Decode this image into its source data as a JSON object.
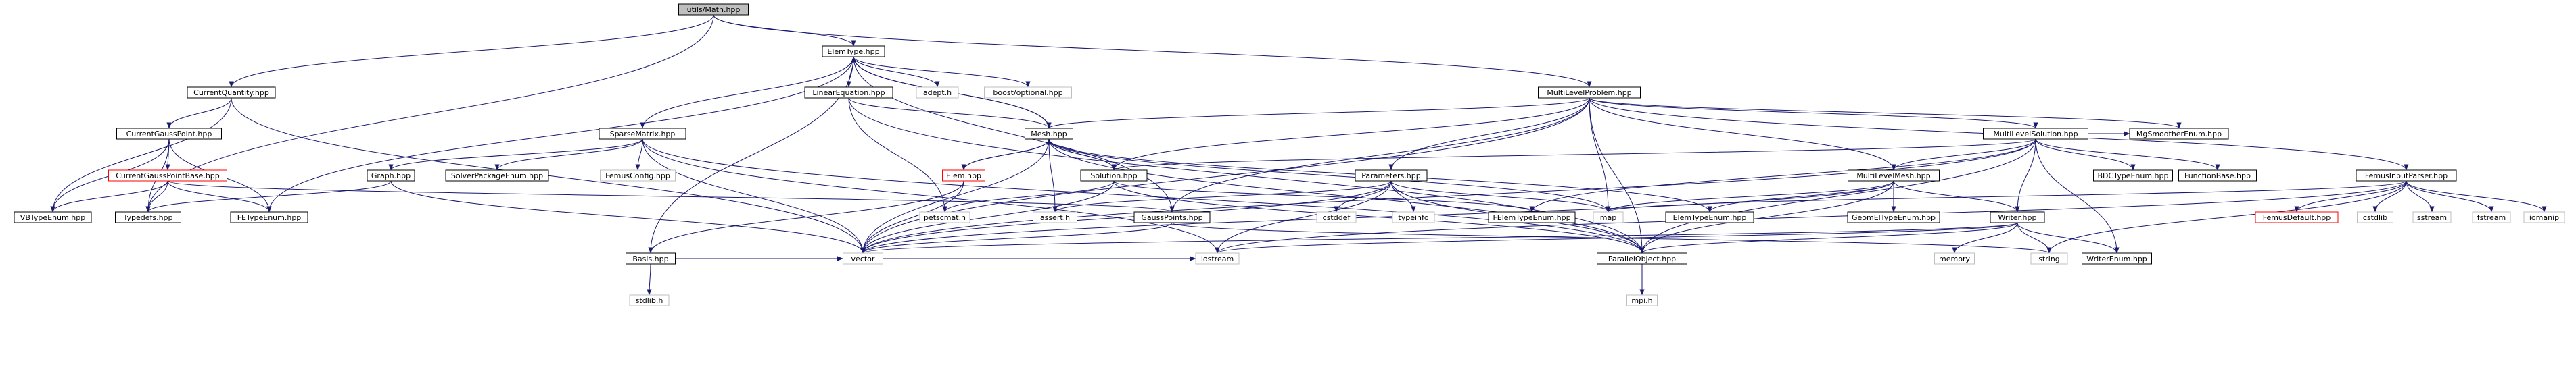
{
  "colors": {
    "background": "#ffffff",
    "edge": "#191970",
    "box_border": "#000000",
    "box_border_noref": "#bfbfbf",
    "box_border_truncated": "#ff0000",
    "root_fill": "#bfbfbf",
    "text": "#000000",
    "muted_text": "#999999"
  },
  "nodes": [
    {
      "id": "math",
      "label": "utils/Math.hpp",
      "style": "root"
    },
    {
      "id": "elemtype",
      "label": "ElemType.hpp",
      "style": "normal"
    },
    {
      "id": "currentquantity",
      "label": "CurrentQuantity.hpp",
      "style": "normal"
    },
    {
      "id": "multilevelproblem",
      "label": "MultiLevelProblem.hpp",
      "style": "normal"
    },
    {
      "id": "currentgausspoint",
      "label": "CurrentGaussPoint.hpp",
      "style": "normal"
    },
    {
      "id": "currentgausspointbase",
      "label": "CurrentGaussPointBase.hpp",
      "style": "truncated"
    },
    {
      "id": "vbtypeenum",
      "label": "VBTypeEnum.hpp",
      "style": "normal"
    },
    {
      "id": "typedefs",
      "label": "Typedefs.hpp",
      "style": "normal"
    },
    {
      "id": "fetypeenum",
      "label": "FETypeEnum.hpp",
      "style": "normal"
    },
    {
      "id": "sparsematrix",
      "label": "SparseMatrix.hpp",
      "style": "normal"
    },
    {
      "id": "graph",
      "label": "Graph.hpp",
      "style": "normal"
    },
    {
      "id": "solverpackageenum",
      "label": "SolverPackageEnum.hpp",
      "style": "normal"
    },
    {
      "id": "femusconfig",
      "label": "FemusConfig.hpp",
      "style": "noref"
    },
    {
      "id": "linearequation",
      "label": "LinearEquation.hpp",
      "style": "normal"
    },
    {
      "id": "adept",
      "label": "adept.h",
      "style": "noref"
    },
    {
      "id": "boostoptional",
      "label": "boost/optional.hpp",
      "style": "noref"
    },
    {
      "id": "mesh",
      "label": "Mesh.hpp",
      "style": "normal"
    },
    {
      "id": "elem",
      "label": "Elem.hpp",
      "style": "truncated"
    },
    {
      "id": "solution",
      "label": "Solution.hpp",
      "style": "normal"
    },
    {
      "id": "basis",
      "label": "Basis.hpp",
      "style": "normal"
    },
    {
      "id": "stdlib",
      "label": "stdlib.h",
      "style": "noref"
    },
    {
      "id": "vector",
      "label": "vector",
      "style": "noref"
    },
    {
      "id": "petscmat",
      "label": "petscmat.h",
      "style": "noref"
    },
    {
      "id": "asserth",
      "label": "assert.h",
      "style": "noref"
    },
    {
      "id": "gausspoints",
      "label": "GaussPoints.hpp",
      "style": "normal"
    },
    {
      "id": "iostream",
      "label": "iostream",
      "style": "noref"
    },
    {
      "id": "parallelobject",
      "label": "ParallelObject.hpp",
      "style": "normal"
    },
    {
      "id": "mpi",
      "label": "mpi.h",
      "style": "noref"
    },
    {
      "id": "parameters",
      "label": "Parameters.hpp",
      "style": "normal"
    },
    {
      "id": "cstddef",
      "label": "cstddef",
      "style": "noref"
    },
    {
      "id": "typeinfo",
      "label": "typeinfo",
      "style": "noref"
    },
    {
      "id": "felemtypeenum",
      "label": "FElemTypeEnum.hpp",
      "style": "normal"
    },
    {
      "id": "map",
      "label": "map",
      "style": "noref"
    },
    {
      "id": "elemtypeenum",
      "label": "ElemTypeEnum.hpp",
      "style": "normal"
    },
    {
      "id": "multilevelsolution",
      "label": "MultiLevelSolution.hpp",
      "style": "normal"
    },
    {
      "id": "mgsmootherenum",
      "label": "MgSmootherEnum.hpp",
      "style": "normal"
    },
    {
      "id": "multilevelmesh",
      "label": "MultiLevelMesh.hpp",
      "style": "normal"
    },
    {
      "id": "geomeltypeenum",
      "label": "GeomElTypeEnum.hpp",
      "style": "normal"
    },
    {
      "id": "writer",
      "label": "Writer.hpp",
      "style": "normal"
    },
    {
      "id": "memory",
      "label": "memory",
      "style": "noref"
    },
    {
      "id": "string",
      "label": "string",
      "style": "noref"
    },
    {
      "id": "writerenum",
      "label": "WriterEnum.hpp",
      "style": "normal"
    },
    {
      "id": "bdctypeenum",
      "label": "BDCTypeEnum.hpp",
      "style": "normal"
    },
    {
      "id": "functionbase",
      "label": "FunctionBase.hpp",
      "style": "normal"
    },
    {
      "id": "femusinputparser",
      "label": "FemusInputParser.hpp",
      "style": "normal"
    },
    {
      "id": "femusdefault",
      "label": "FemusDefault.hpp",
      "style": "truncated"
    },
    {
      "id": "cstdlib",
      "label": "cstdlib",
      "style": "noref"
    },
    {
      "id": "sstream",
      "label": "sstream",
      "style": "noref"
    },
    {
      "id": "fstream",
      "label": "fstream",
      "style": "noref"
    },
    {
      "id": "iomanip",
      "label": "iomanip",
      "style": "noref"
    }
  ],
  "edges": [
    [
      "math",
      "elemtype"
    ],
    [
      "math",
      "currentquantity"
    ],
    [
      "math",
      "multilevelproblem"
    ],
    [
      "math",
      "typedefs"
    ],
    [
      "elemtype",
      "linearequation"
    ],
    [
      "elemtype",
      "sparsematrix"
    ],
    [
      "elemtype",
      "basis"
    ],
    [
      "elemtype",
      "adept"
    ],
    [
      "elemtype",
      "boostoptional"
    ],
    [
      "elemtype",
      "mesh"
    ],
    [
      "elemtype",
      "gausspoints"
    ],
    [
      "elemtype",
      "fetypeenum"
    ],
    [
      "currentquantity",
      "currentgausspoint"
    ],
    [
      "currentquantity",
      "vbtypeenum"
    ],
    [
      "currentquantity",
      "vector"
    ],
    [
      "currentgausspoint",
      "currentgausspointbase"
    ],
    [
      "currentgausspoint",
      "vbtypeenum"
    ],
    [
      "currentgausspoint",
      "typedefs"
    ],
    [
      "currentgausspoint",
      "fetypeenum"
    ],
    [
      "currentgausspointbase",
      "vbtypeenum"
    ],
    [
      "currentgausspointbase",
      "typedefs"
    ],
    [
      "currentgausspointbase",
      "fetypeenum"
    ],
    [
      "currentgausspointbase",
      "gausspoints"
    ],
    [
      "sparsematrix",
      "graph"
    ],
    [
      "sparsematrix",
      "solverpackageenum"
    ],
    [
      "sparsematrix",
      "femusconfig"
    ],
    [
      "sparsematrix",
      "vector"
    ],
    [
      "sparsematrix",
      "parallelobject"
    ],
    [
      "sparsematrix",
      "iostream"
    ],
    [
      "graph",
      "typedefs"
    ],
    [
      "graph",
      "vector"
    ],
    [
      "linearequation",
      "mesh"
    ],
    [
      "linearequation",
      "petscmat"
    ],
    [
      "linearequation",
      "parallelobject"
    ],
    [
      "mesh",
      "elemtype"
    ],
    [
      "mesh",
      "elem"
    ],
    [
      "mesh",
      "solution"
    ],
    [
      "mesh",
      "vector"
    ],
    [
      "mesh",
      "asserth"
    ],
    [
      "mesh",
      "map"
    ],
    [
      "mesh",
      "elemtypeenum"
    ],
    [
      "mesh",
      "parallelobject"
    ],
    [
      "elem",
      "mesh"
    ],
    [
      "elem",
      "basis"
    ],
    [
      "elem",
      "vector"
    ],
    [
      "solution",
      "mesh"
    ],
    [
      "solution",
      "petscmat"
    ],
    [
      "solution",
      "vector"
    ],
    [
      "solution",
      "felemtypeenum"
    ],
    [
      "solution",
      "parallelobject"
    ],
    [
      "basis",
      "stdlib"
    ],
    [
      "basis",
      "vector"
    ],
    [
      "basis",
      "iostream"
    ],
    [
      "gausspoints",
      "vector"
    ],
    [
      "gausspoints",
      "string"
    ],
    [
      "parallelobject",
      "mpi"
    ],
    [
      "multilevelproblem",
      "mesh"
    ],
    [
      "multilevelproblem",
      "solution"
    ],
    [
      "multilevelproblem",
      "parameters"
    ],
    [
      "multilevelproblem",
      "multilevelsolution"
    ],
    [
      "multilevelproblem",
      "multilevelmesh"
    ],
    [
      "multilevelproblem",
      "mgsmootherenum"
    ],
    [
      "multilevelproblem",
      "femusinputparser"
    ],
    [
      "multilevelproblem",
      "map"
    ],
    [
      "multilevelproblem",
      "vector"
    ],
    [
      "multilevelproblem",
      "gausspoints"
    ],
    [
      "multilevelproblem",
      "parallelobject"
    ],
    [
      "parameters",
      "cstddef"
    ],
    [
      "parameters",
      "typeinfo"
    ],
    [
      "parameters",
      "map"
    ],
    [
      "parameters",
      "iostream"
    ],
    [
      "parameters",
      "vector"
    ],
    [
      "parameters",
      "asserth"
    ],
    [
      "parameters",
      "parallelobject"
    ],
    [
      "multilevelsolution",
      "solution"
    ],
    [
      "multilevelsolution",
      "multilevelmesh"
    ],
    [
      "multilevelsolution",
      "writer"
    ],
    [
      "multilevelsolution",
      "bdctypeenum"
    ],
    [
      "multilevelsolution",
      "functionbase"
    ],
    [
      "multilevelsolution",
      "mgsmootherenum"
    ],
    [
      "multilevelsolution",
      "felemtypeenum"
    ],
    [
      "multilevelsolution",
      "parallelobject"
    ],
    [
      "multilevelsolution",
      "writerenum"
    ],
    [
      "multilevelsolution",
      "vector"
    ],
    [
      "multilevelmesh",
      "elemtypeenum"
    ],
    [
      "multilevelmesh",
      "geomeltypeenum"
    ],
    [
      "multilevelmesh",
      "writer"
    ],
    [
      "multilevelmesh",
      "vector"
    ],
    [
      "multilevelmesh",
      "map"
    ],
    [
      "multilevelmesh",
      "parallelobject"
    ],
    [
      "writer",
      "vector"
    ],
    [
      "writer",
      "memory"
    ],
    [
      "writer",
      "string"
    ],
    [
      "writer",
      "writerenum"
    ],
    [
      "writer",
      "parallelobject"
    ],
    [
      "writer",
      "iostream"
    ],
    [
      "femusinputparser",
      "femusdefault"
    ],
    [
      "femusinputparser",
      "cstdlib"
    ],
    [
      "femusinputparser",
      "sstream"
    ],
    [
      "femusinputparser",
      "fstream"
    ],
    [
      "femusinputparser",
      "iomanip"
    ],
    [
      "femusinputparser",
      "map"
    ],
    [
      "femusinputparser",
      "string"
    ],
    [
      "femusinputparser",
      "iostream"
    ]
  ]
}
